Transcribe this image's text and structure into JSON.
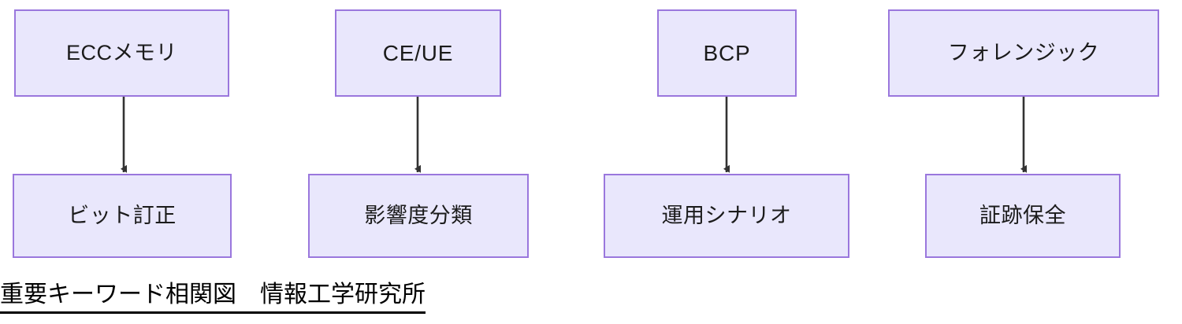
{
  "diagram": {
    "caption": "重要キーワード相関図　情報工学研究所",
    "colors": {
      "node_fill": "#e9e7fc",
      "node_border": "#9a77dd",
      "edge_stroke": "#333333",
      "text": "#1b1b1b",
      "caption_text": "#000000",
      "background": "#ffffff"
    },
    "nodes": {
      "ecc_memory": "ECCメモリ",
      "ce_ue": "CE/UE",
      "bcp": "BCP",
      "forensic": "フォレンジック",
      "bit_correction": "ビット訂正",
      "impact_classification": "影響度分類",
      "operation_scenario": "運用シナリオ",
      "evidence_preservation": "証跡保全"
    },
    "edges": [
      {
        "from": "ECCメモリ",
        "to": "ビット訂正"
      },
      {
        "from": "CE/UE",
        "to": "影響度分類"
      },
      {
        "from": "BCP",
        "to": "運用シナリオ"
      },
      {
        "from": "フォレンジック",
        "to": "証跡保全"
      }
    ]
  }
}
